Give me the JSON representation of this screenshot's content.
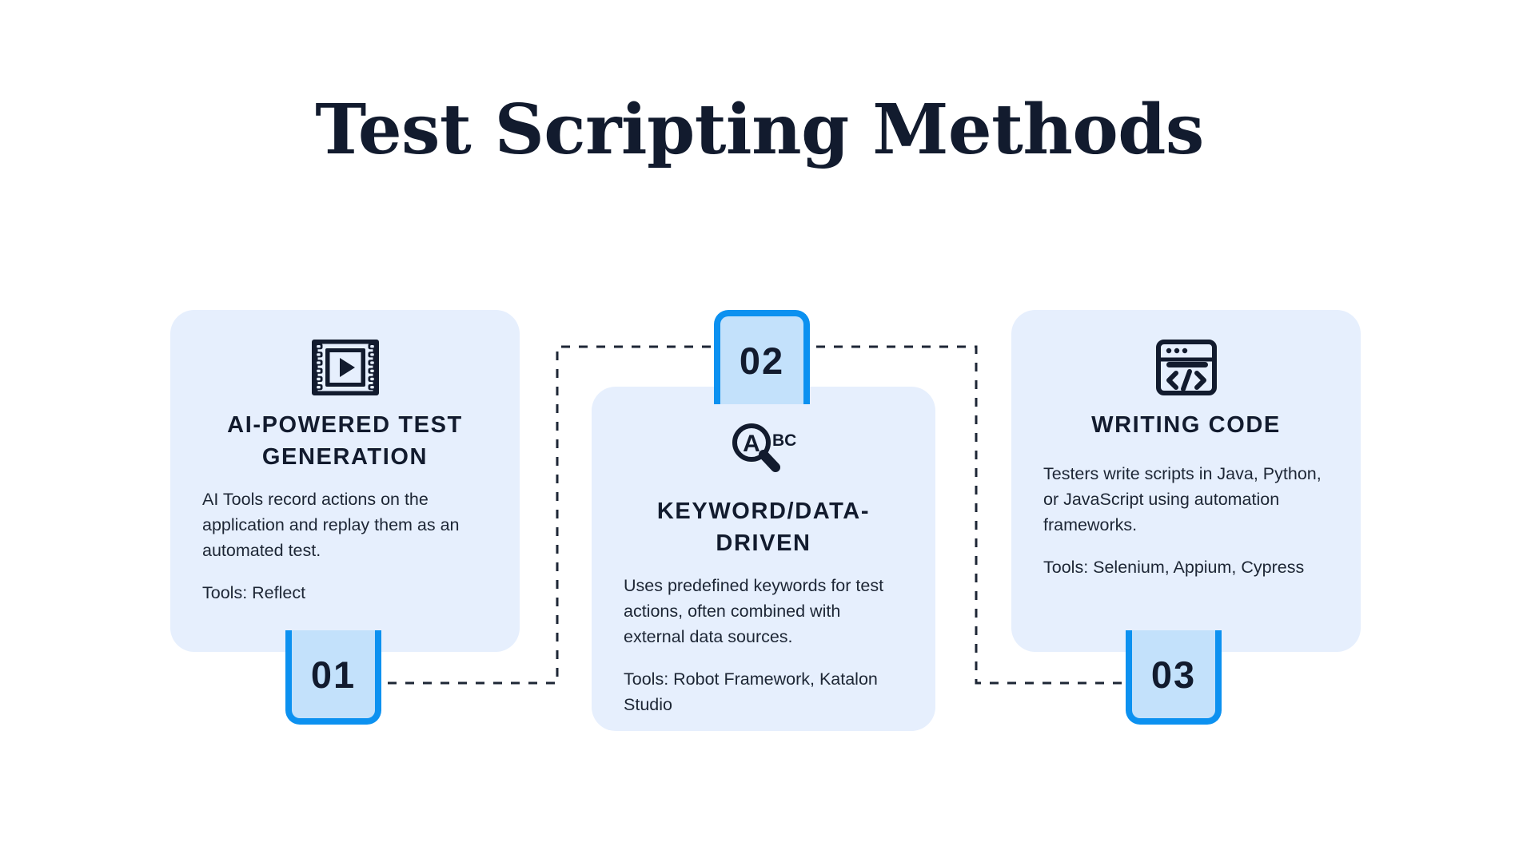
{
  "title": "Test Scripting Methods",
  "accent": {
    "card_bg": "#e6effd",
    "badge_bg": "#c3e1fb",
    "badge_border": "#0c91f0",
    "ink": "#121b2e",
    "body_text": "#1d2635",
    "connector": "#1d2635",
    "page_bg": "#ffffff"
  },
  "cards": [
    {
      "number": "01",
      "icon": "film-strip-play-icon",
      "heading": "AI-POWERED TEST GENERATION",
      "body": [
        "AI Tools record actions on the application and replay them as an automated test.",
        "Tools: Reflect"
      ]
    },
    {
      "number": "02",
      "icon": "magnifier-abc-icon",
      "heading": "KEYWORD/DATA-DRIVEN",
      "body": [
        "Uses predefined keywords for test actions, often combined with external data sources.",
        "Tools: Robot Framework, Katalon Studio"
      ]
    },
    {
      "number": "03",
      "icon": "browser-code-icon",
      "heading": "WRITING CODE",
      "body": [
        "Testers write scripts in Java, Python, or JavaScript using automation frameworks.",
        "Tools: Selenium, Appium, Cypress"
      ]
    }
  ]
}
